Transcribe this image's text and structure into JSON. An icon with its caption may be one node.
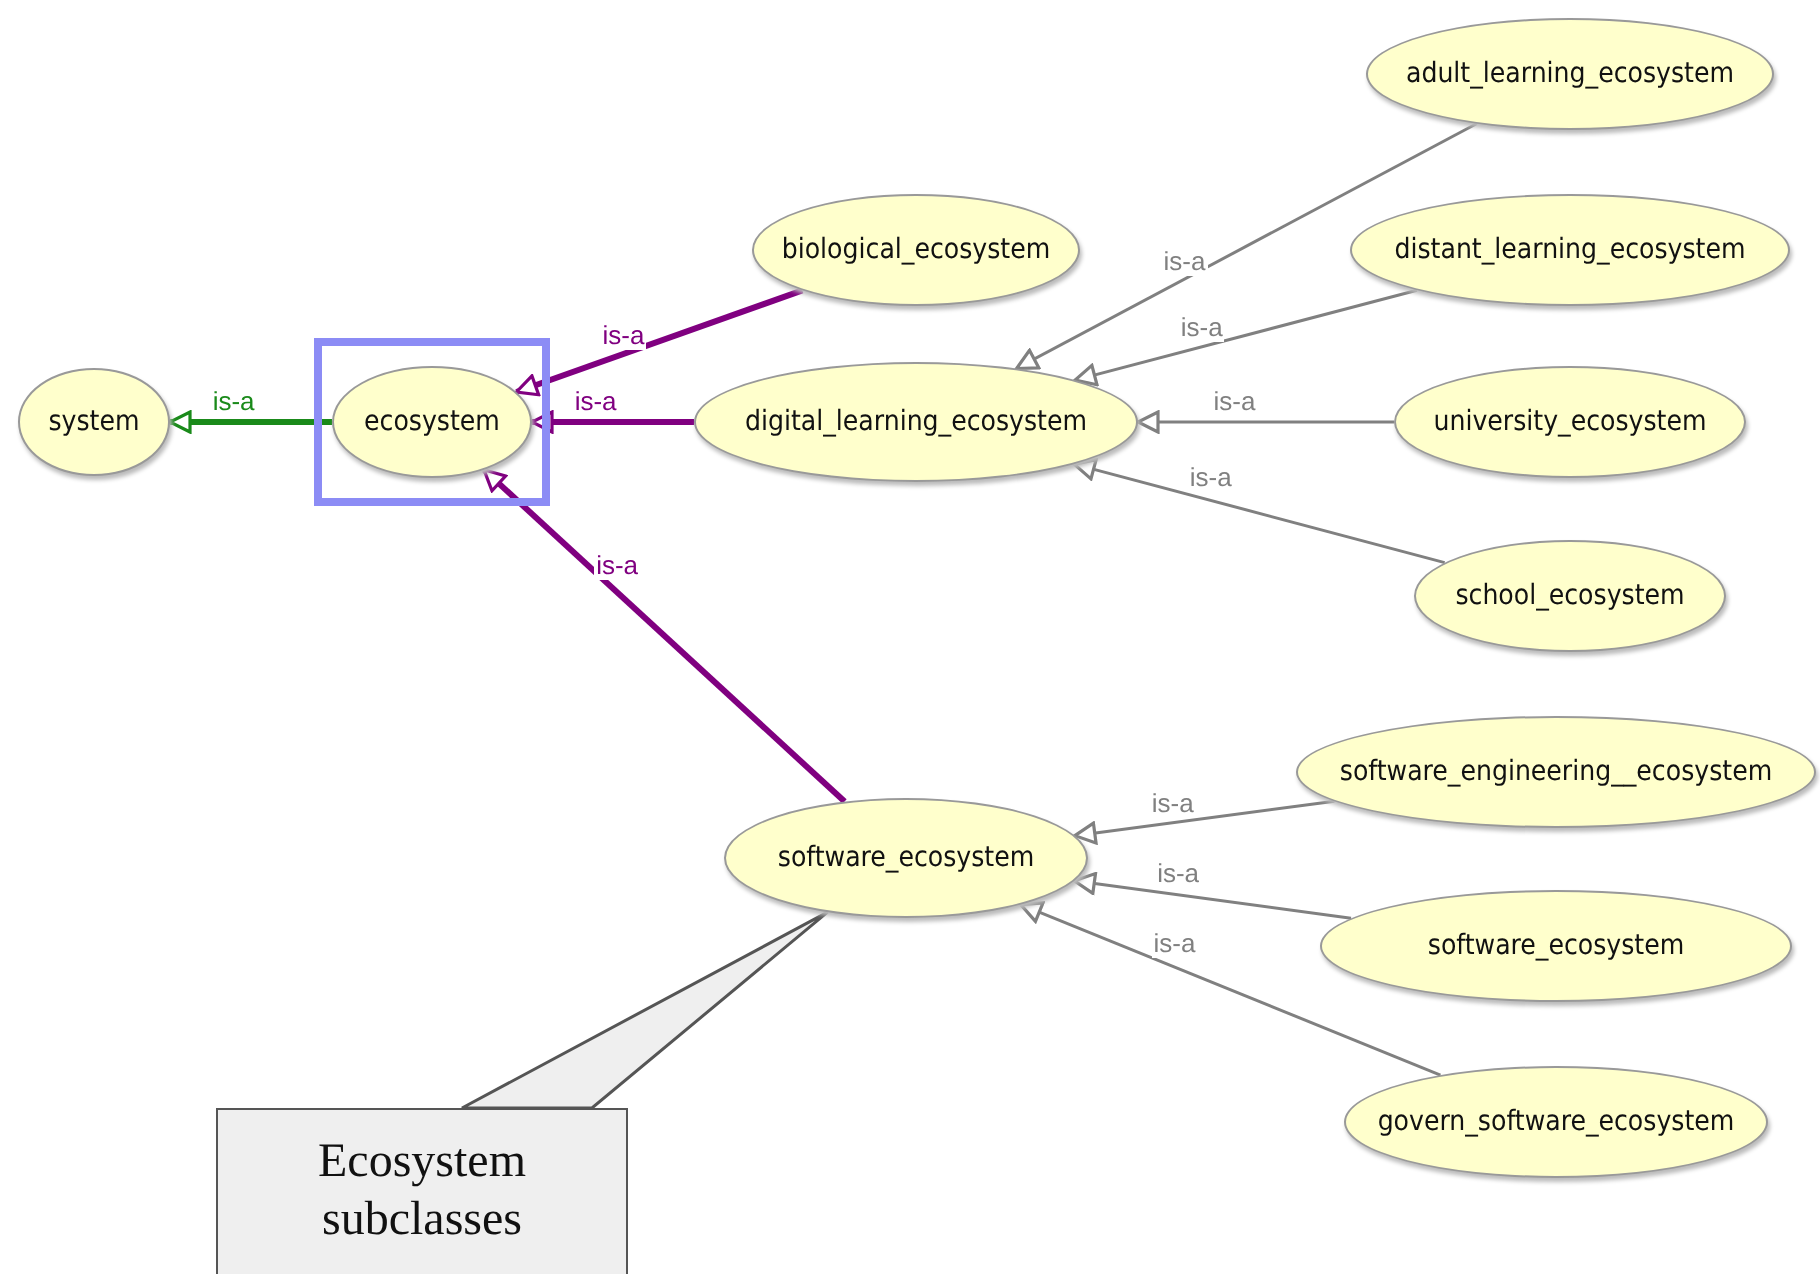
{
  "diagram": {
    "nodes": [
      {
        "text": [
          "system"
        ]
      },
      {
        "text": [],
        "shape": "box"
      },
      {
        "text": [
          "ecosystem"
        ],
        "in": 1
      },
      {
        "text": [
          "biological_ecosystem"
        ]
      },
      {
        "text": [
          "digital_learning_ecosystem"
        ]
      },
      {
        "text": [
          "adult_learning_ecosystem"
        ]
      },
      {
        "text": [
          "distant_learning_ecosystem"
        ]
      },
      {
        "text": [
          "university_ecosystem"
        ]
      },
      {
        "text": [
          "school_ecosystem"
        ]
      },
      {
        "text": [
          "software_ecosystem"
        ]
      },
      {
        "text": [
          "software_engineering__ecosystem"
        ]
      },
      {
        "text": [
          "software_ecosystem"
        ]
      },
      {
        "text": [
          "govern_software_ecosystem"
        ]
      },
      {
        "text": [
          "Ecosystem subclasses"
        ]
      }
    ],
    "edges": [
      {
        "from": 2,
        "to": 0,
        "arrow": "to",
        "label": "is-a",
        "style": "thick",
        "color": "#1a8a1a"
      },
      {
        "from": 3,
        "to": 2,
        "arrow": "to",
        "label": "is-a",
        "style": "thick",
        "color": "#800080"
      },
      {
        "from": 4,
        "to": 2,
        "arrow": "to",
        "label": "is-a",
        "style": "thick",
        "color": "#800080"
      },
      {
        "from": 9,
        "to": 2,
        "arrow": "to",
        "label": "is-a",
        "style": "thick",
        "color": "#800080"
      },
      {
        "from": 5,
        "to": 4,
        "arrow": "to",
        "label": "is-a"
      },
      {
        "from": 6,
        "to": 4,
        "arrow": "to",
        "label": "is-a"
      },
      {
        "from": 7,
        "to": 4,
        "arrow": "to",
        "label": "is-a"
      },
      {
        "from": 8,
        "to": 4,
        "arrow": "to",
        "label": "is-a"
      },
      {
        "from": 10,
        "to": 9,
        "arrow": "to",
        "label": "is-a"
      },
      {
        "from": 11,
        "to": 9,
        "arrow": "to",
        "label": "is-a"
      },
      {
        "from": 12,
        "to": 9,
        "arrow": "to",
        "label": "is-a"
      },
      {
        "from": 13,
        "to": 9,
        "arrow": "none"
      }
    ]
  }
}
